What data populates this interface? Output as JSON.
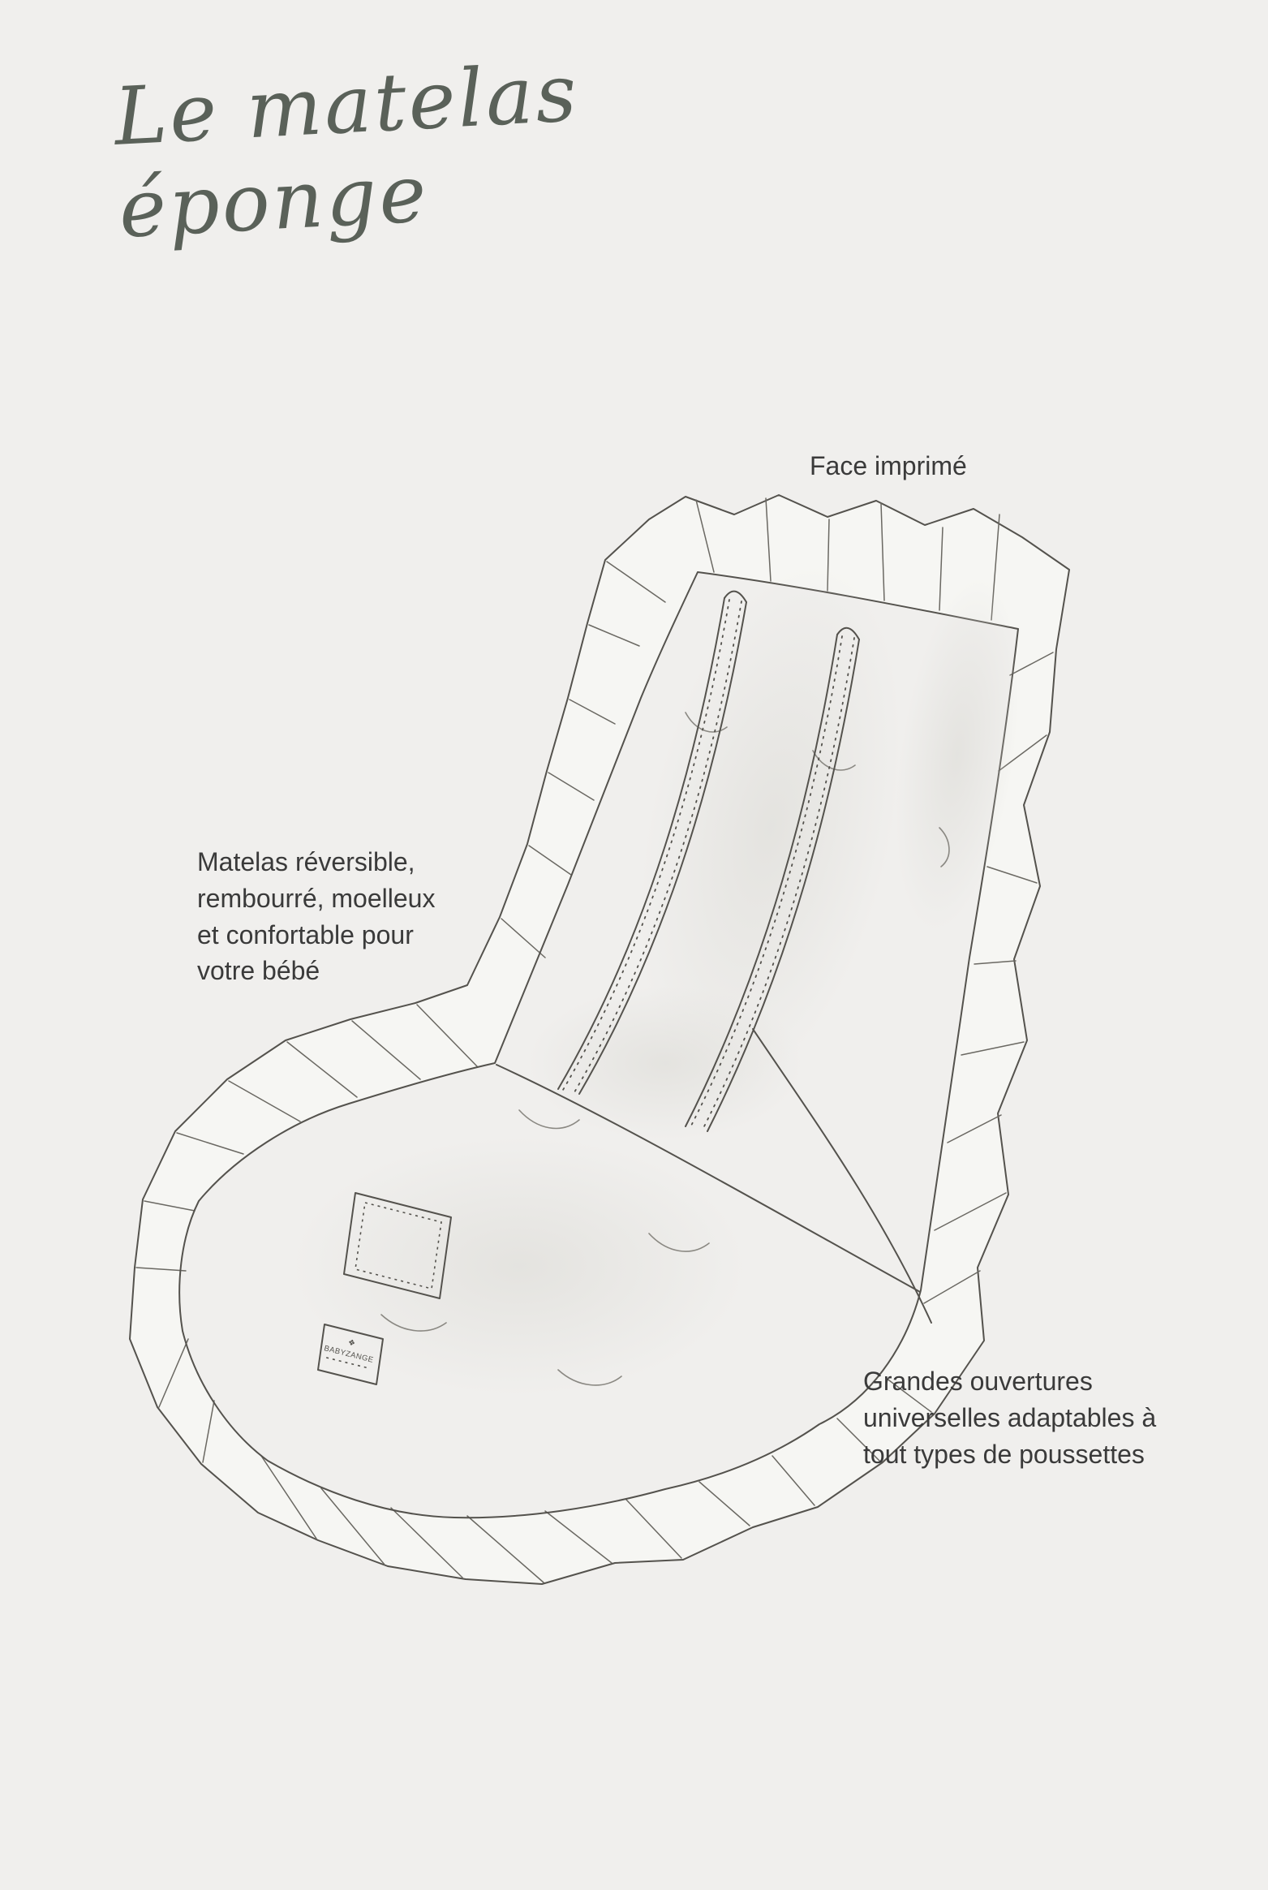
{
  "page": {
    "background": "#f0efed",
    "title": "Le matelas éponge",
    "title_color": "#5a6159",
    "ink_color": "#54524d",
    "text_color": "#3a3a3a"
  },
  "annotations": {
    "face": "Face imprimé",
    "reversible": "Matelas réversible,\nrembourré, moelleux\net confortable pour\nvotre bébé",
    "ouvertures": "Grandes ouvertures\nuniverselles adaptables à\ntout types de poussettes"
  },
  "illustration": {
    "brand_mark": "❖",
    "brand_label": "BABYZANGE"
  }
}
